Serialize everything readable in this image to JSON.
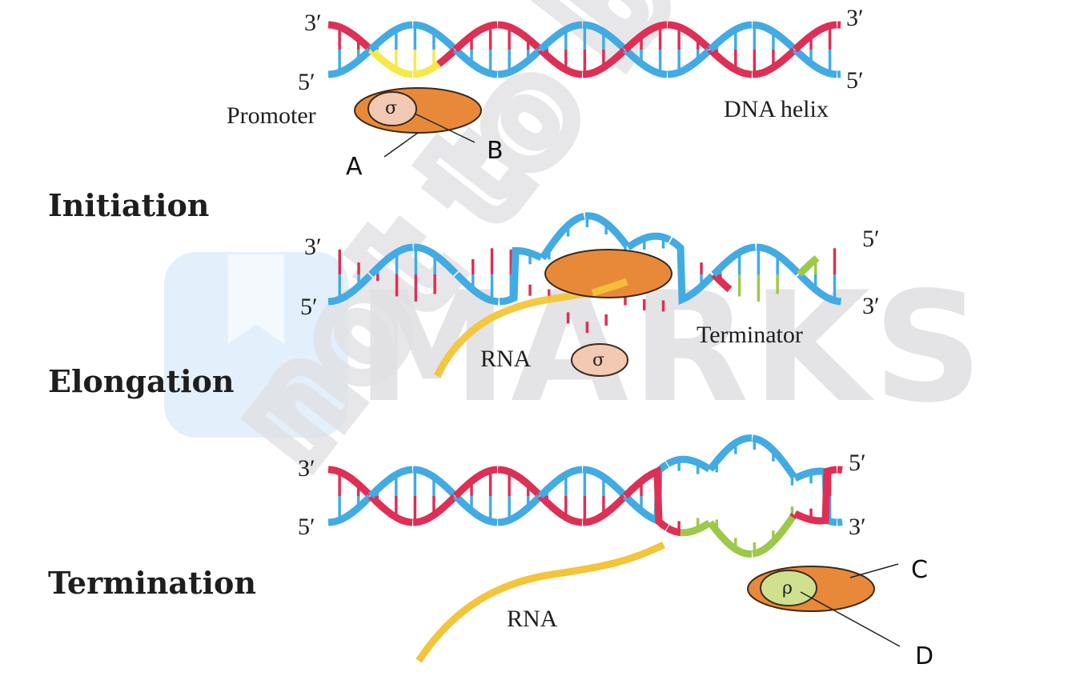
{
  "figure": {
    "title": "Process of transcription in bacteria",
    "stages": [
      {
        "id": "initiation",
        "label": "Initiation"
      },
      {
        "id": "elongation",
        "label": "Elongation"
      },
      {
        "id": "termination",
        "label": "Termination"
      }
    ],
    "strand_ends": {
      "prime3": "3′",
      "prime5": "5′"
    },
    "labels": {
      "promoter": "Promoter",
      "dna_helix": "DNA helix",
      "terminator": "Terminator",
      "rna_elongation": "RNA",
      "rna_termination": "RNA",
      "sigma": "σ",
      "sigma_released": "σ",
      "rho": "ρ"
    },
    "handwritten_markers": {
      "A": "A",
      "B": "B",
      "C": "C",
      "D": "D"
    },
    "watermark": {
      "brand": "MARKS",
      "diagonal_text": "not to be"
    },
    "colors": {
      "strand_red": "#de2f55",
      "strand_blue": "#42abe4",
      "promoter_yellow": "#f7e94a",
      "terminator_green": "#9cc94a",
      "rna_yellow": "#f4c53a",
      "polymerase_orange": "#e8893a",
      "sigma_fill": "#f2c9b3",
      "rho_fill": "#cfe08f",
      "watermark_blue": "#e3f0fb",
      "watermark_gray": "#e4e4e6"
    }
  }
}
